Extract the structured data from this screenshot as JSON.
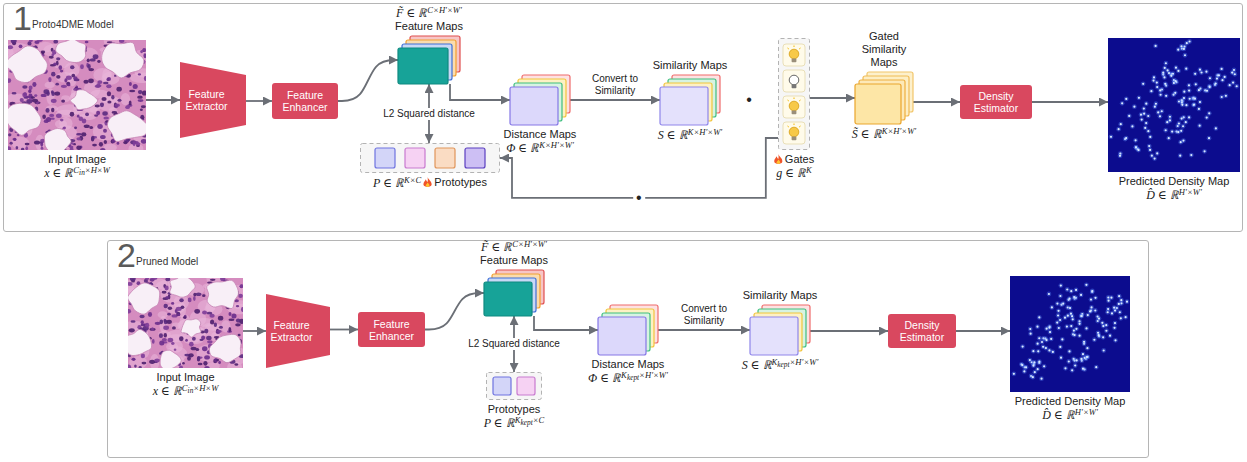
{
  "diagram": {
    "nodes": [
      {
        "text": [
          "1",
          "Proto4DME Model"
        ]
      },
      {
        "text": [
          "Input Image",
          "x ∈ ℝCin×H×W"
        ],
        "in": 0
      },
      {
        "text": [
          "Feature Extractor"
        ],
        "in": 0
      },
      {
        "text": [
          "Feature Enhancer"
        ],
        "in": 0
      },
      {
        "text": [
          "F̃ ∈ ℝC×H′×W′",
          "Feature Maps"
        ],
        "in": 0
      },
      {
        "text": [
          "P ∈ ℝK×C",
          "Prototypes"
        ],
        "in": 0
      },
      {
        "text": [
          "Distance Maps",
          "Φ ∈ ℝK×H′×W′"
        ],
        "in": 0
      },
      {
        "text": [
          "Similarity Maps",
          "S ∈ ℝK×H′×W′"
        ],
        "in": 0
      },
      {
        "text": [
          "Gates",
          "g ∈ ℝK"
        ],
        "in": 0
      },
      {
        "text": [
          "Gated Similarity Maps",
          "S̃ ∈ ℝK×H′×W′"
        ],
        "in": 0
      },
      {
        "text": [
          "Density Estimator"
        ],
        "in": 0
      },
      {
        "text": [
          "Predicted Density Map",
          "D̂ ∈ ℝH′×W′"
        ],
        "in": 0
      },
      {
        "text": [
          "2",
          "Pruned Model"
        ]
      },
      {
        "text": [
          "Input Image",
          "x ∈ ℝCin×H×W"
        ],
        "in": 12
      },
      {
        "text": [
          "Feature Extractor"
        ],
        "in": 12
      },
      {
        "text": [
          "Feature Enhancer"
        ],
        "in": 12
      },
      {
        "text": [
          "F̃ ∈ ℝC×H′×W′",
          "Feature Maps"
        ],
        "in": 12
      },
      {
        "text": [
          "Prototypes",
          "P ∈ ℝKkept×C"
        ],
        "in": 12
      },
      {
        "text": [
          "Distance Maps",
          "Φ ∈ ℝKkept×H′×W′"
        ],
        "in": 12
      },
      {
        "text": [
          "Similarity Maps",
          "S ∈ ℝKkept×H′×W′"
        ],
        "in": 12
      },
      {
        "text": [
          "Density Estimator"
        ],
        "in": 12
      },
      {
        "text": [
          "Predicted Density Map",
          "D̂ ∈ ℝH′×W′"
        ],
        "in": 12
      }
    ],
    "edges": [
      {
        "from": 1,
        "to": 2,
        "arrow": "to"
      },
      {
        "from": 2,
        "to": 3,
        "arrow": "to"
      },
      {
        "from": 3,
        "to": 4,
        "arrow": "to"
      },
      {
        "from": 4,
        "to": 5,
        "label": "L2 Squared distance",
        "arrow": "both"
      },
      {
        "from": 4,
        "to": 6,
        "arrow": "to"
      },
      {
        "from": 6,
        "to": 7,
        "label": "Convert to Similarity",
        "arrow": "to"
      },
      {
        "from": 8,
        "to": 9,
        "arrow": "to"
      },
      {
        "from": 9,
        "to": 10,
        "arrow": "to"
      },
      {
        "from": 10,
        "to": 11,
        "arrow": "to"
      },
      {
        "from": 8,
        "to": 5,
        "label": "•",
        "arrow": "to"
      },
      {
        "from": 13,
        "to": 14,
        "arrow": "to"
      },
      {
        "from": 14,
        "to": 15,
        "arrow": "to"
      },
      {
        "from": 15,
        "to": 16,
        "arrow": "to"
      },
      {
        "from": 16,
        "to": 17,
        "label": "L2 Squared distance",
        "arrow": "both"
      },
      {
        "from": 16,
        "to": 18,
        "arrow": "to"
      },
      {
        "from": 18,
        "to": 19,
        "label": "Convert to Similarity",
        "arrow": "to"
      },
      {
        "from": 19,
        "to": 20,
        "arrow": "to"
      },
      {
        "from": 20,
        "to": 21,
        "arrow": "to"
      }
    ],
    "labels": [
      "•"
    ]
  }
}
